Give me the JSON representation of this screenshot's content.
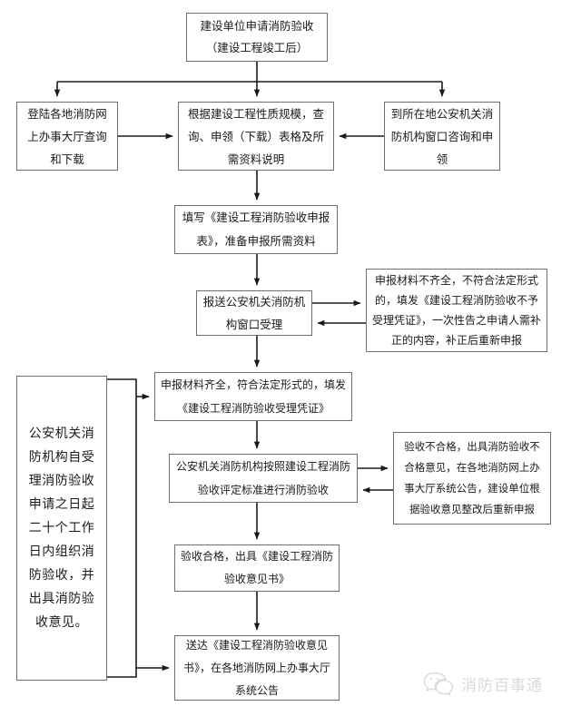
{
  "diagram": {
    "type": "flowchart",
    "orientation": "top-to-bottom",
    "nodes": {
      "apply": {
        "label": "建设单位申请消防验收\n（建设工程竣工后）"
      },
      "web": {
        "label": "登陆各地消防网上办事大厅查询和下载"
      },
      "scope": {
        "label": "根据建设工程性质规模，查询、申领（下载）表格及所需资料说明"
      },
      "counter": {
        "label": "到所在地公安机关消防机构窗口咨询和申领"
      },
      "fill": {
        "label": "填写《建设工程消防验收申报表》，准备申报所需资料"
      },
      "submit": {
        "label": "报送公安机关消防机构窗口受理"
      },
      "incomplete": {
        "label": "申报材料不齐全，不符合法定形式的，填发《建设工程消防验收不予受理凭证》，一次性告之申请人需补正的内容，补正后重新申报"
      },
      "complete": {
        "label": "申报材料齐全，符合法定形式的，填发《建设工程消防验收受理凭证》"
      },
      "inspect": {
        "label": "公安机关消防机构按照建设工程消防验收评定标准进行消防验收"
      },
      "fail": {
        "label": "验收不合格，出具消防验收不合格意见，在各地消防网上办事大厅系统公告，建设单位根据验收意见整改后重新申报"
      },
      "pass": {
        "label": "验收合格，出具《建设工程消防验收意见书》"
      },
      "deliver": {
        "label": "送达《建设工程消防验收意见书》，在各地消防网上办事大厅系统公告"
      },
      "note": {
        "label": "公安机关消防机构自受理消防验收申请之日起二十个工作日内组织消防验收，并出具消防验收意见。"
      }
    },
    "edges": [
      {
        "from": "apply",
        "to": "web",
        "kind": "branch-left"
      },
      {
        "from": "apply",
        "to": "scope",
        "kind": "straight-down"
      },
      {
        "from": "apply",
        "to": "counter",
        "kind": "branch-right"
      },
      {
        "from": "web",
        "to": "scope",
        "kind": "horizontal-right"
      },
      {
        "from": "counter",
        "to": "scope",
        "kind": "horizontal-left"
      },
      {
        "from": "scope",
        "to": "fill",
        "kind": "straight-down"
      },
      {
        "from": "fill",
        "to": "submit",
        "kind": "straight-down"
      },
      {
        "from": "submit",
        "to": "incomplete",
        "kind": "horizontal-right"
      },
      {
        "from": "incomplete",
        "to": "submit",
        "kind": "horizontal-left"
      },
      {
        "from": "submit",
        "to": "complete",
        "kind": "straight-down"
      },
      {
        "from": "complete",
        "to": "inspect",
        "kind": "straight-down"
      },
      {
        "from": "inspect",
        "to": "fail",
        "kind": "horizontal-right"
      },
      {
        "from": "fail",
        "to": "inspect",
        "kind": "horizontal-left"
      },
      {
        "from": "inspect",
        "to": "pass",
        "kind": "straight-down"
      },
      {
        "from": "pass",
        "to": "deliver",
        "kind": "straight-down"
      },
      {
        "from": "note",
        "to": "complete",
        "kind": "bracket-right"
      },
      {
        "from": "note",
        "to": "deliver",
        "kind": "bracket-right"
      }
    ],
    "style": {
      "box_border": "#6e6e6e",
      "box_fill": "#ffffff",
      "line": "#1a1a1a",
      "text": "#1a1a1a",
      "background": "#ffffff"
    }
  },
  "watermark": {
    "text": "消防百事通",
    "icon": "wechat-icon",
    "color": "#b9bcc0"
  }
}
